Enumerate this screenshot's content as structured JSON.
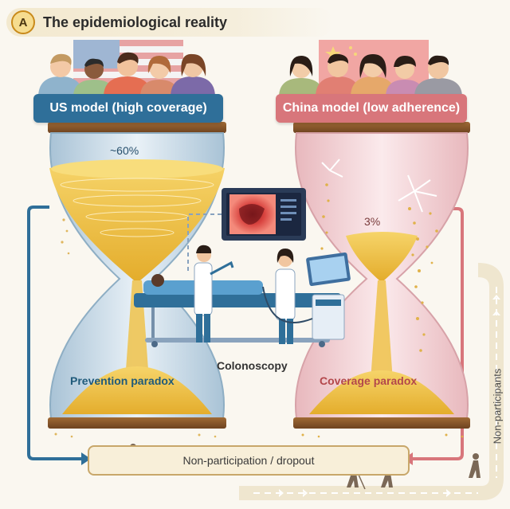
{
  "header": {
    "badge": "A",
    "title": "The epidemiological reality"
  },
  "us": {
    "banner": "US model (high coverage)",
    "percentage": "~60%",
    "paradox": "Prevention paradox",
    "coverage_fraction": 0.6
  },
  "china": {
    "banner": "China model (low adherence)",
    "percentage": "3%",
    "paradox": "Coverage paradox",
    "coverage_fraction": 0.03
  },
  "center": {
    "procedure": "Colonoscopy"
  },
  "flow": {
    "dropout": "Non-participation / dropout",
    "side_label": "Non-participants"
  },
  "colors": {
    "us_blue": "#2f6f99",
    "china_pink": "#d8767b",
    "sand": "#e9be43",
    "bronze": "#8b5a2b",
    "track": "#efe6cf"
  }
}
